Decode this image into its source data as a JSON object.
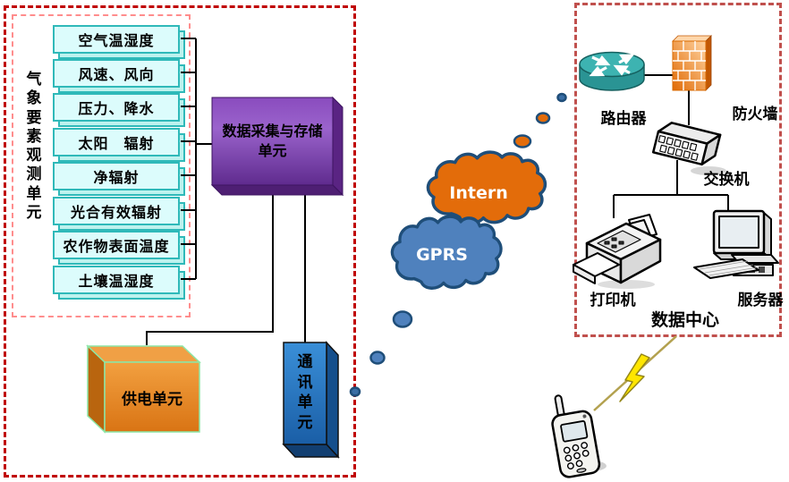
{
  "left_panel": {
    "vertical_label": "气象要素观测单元",
    "sensors": [
      "空气温湿度",
      "风速、风向",
      "压力、降水",
      "太阳　辐射",
      "净辐射",
      "光合有效辐射",
      "农作物表面温度",
      "土壤温湿度"
    ],
    "collector": {
      "line1": "数据采集与存储",
      "line2": "单元"
    },
    "power_label": "供电单元",
    "comm_label": "通讯单元"
  },
  "network": {
    "internet_label": "Intern",
    "gprs_label": "GPRS"
  },
  "data_center": {
    "title": "数据中心",
    "router_label": "路由器",
    "firewall_label": "防火墙",
    "switch_label": "交换机",
    "printer_label": "打印机",
    "server_label": "服务器"
  },
  "colors": {
    "left_outer_border": "#c00000",
    "left_inner_border": "#ff8d8d",
    "right_border": "#c0504d",
    "sensor_fill": "#dcfcfc",
    "sensor_border": "#2fb9b9",
    "collector_purple": "#7e3fb0",
    "power_orange": "#e8821e",
    "comm_blue": "#1f6fc0",
    "internet_cloud": "#e36c0a",
    "gprs_cloud": "#4f81bd",
    "cloud_outline": "#1f4e79",
    "router_teal": "#2a9494",
    "firewall_orange": "#ef7d1a",
    "lightning_yellow": "#ffe600"
  }
}
